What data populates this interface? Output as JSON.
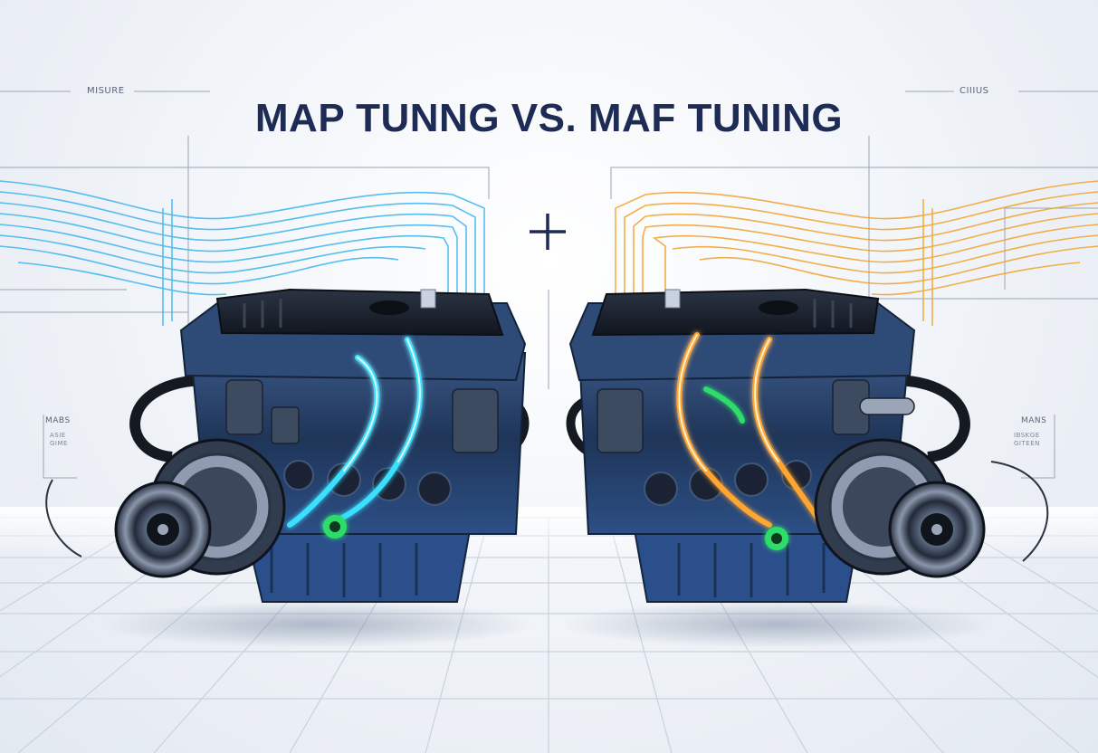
{
  "title": "MAP TUNNG VS. MAF TUNING",
  "labels": {
    "top_left": "MISURE",
    "top_right": "CIIIUS",
    "side_left": "MABS",
    "side_left_sub": "ASIE\nGIME",
    "side_right": "MANS",
    "side_right_sub": "IBSKGE\nGITEEN"
  },
  "colors": {
    "title": "#1d2b55",
    "left_accent": "#3ab4ee",
    "right_accent": "#f2a12c",
    "glow_green": "#2ddc6a",
    "engine_body": "#23395f",
    "grid": "#c9d1de"
  },
  "icons": {
    "center": "plus-icon"
  }
}
